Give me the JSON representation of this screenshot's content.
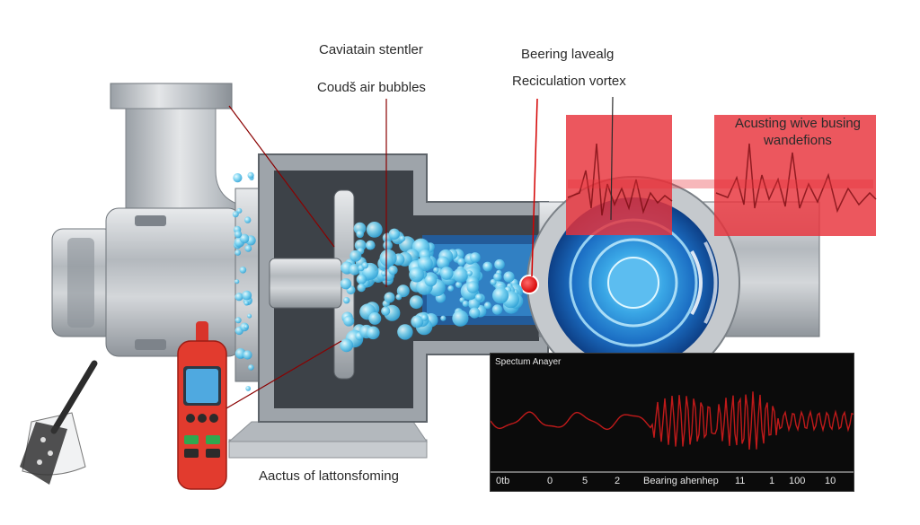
{
  "labels": {
    "cavitation": "Caviatain stentler",
    "bubbles": "Coudš air bubbles",
    "bearing": "Beering lavealg",
    "vortex": "Reciculation vortex",
    "wave_line1": "Acusting wive busing",
    "wave_line2": "wandefions",
    "bottom": "Aactus of lattonsfoming"
  },
  "analyzer": {
    "title": "Spectum Anayer",
    "ticks": [
      "0tb",
      "0",
      "5",
      "2",
      "Bearing ahenhep",
      "11",
      "1",
      "100",
      "10"
    ]
  },
  "colors": {
    "accent_red": "#e8323a",
    "bubble": "#5cc8ef",
    "metal": "#b9bec4",
    "signal": "#c01a1a"
  }
}
